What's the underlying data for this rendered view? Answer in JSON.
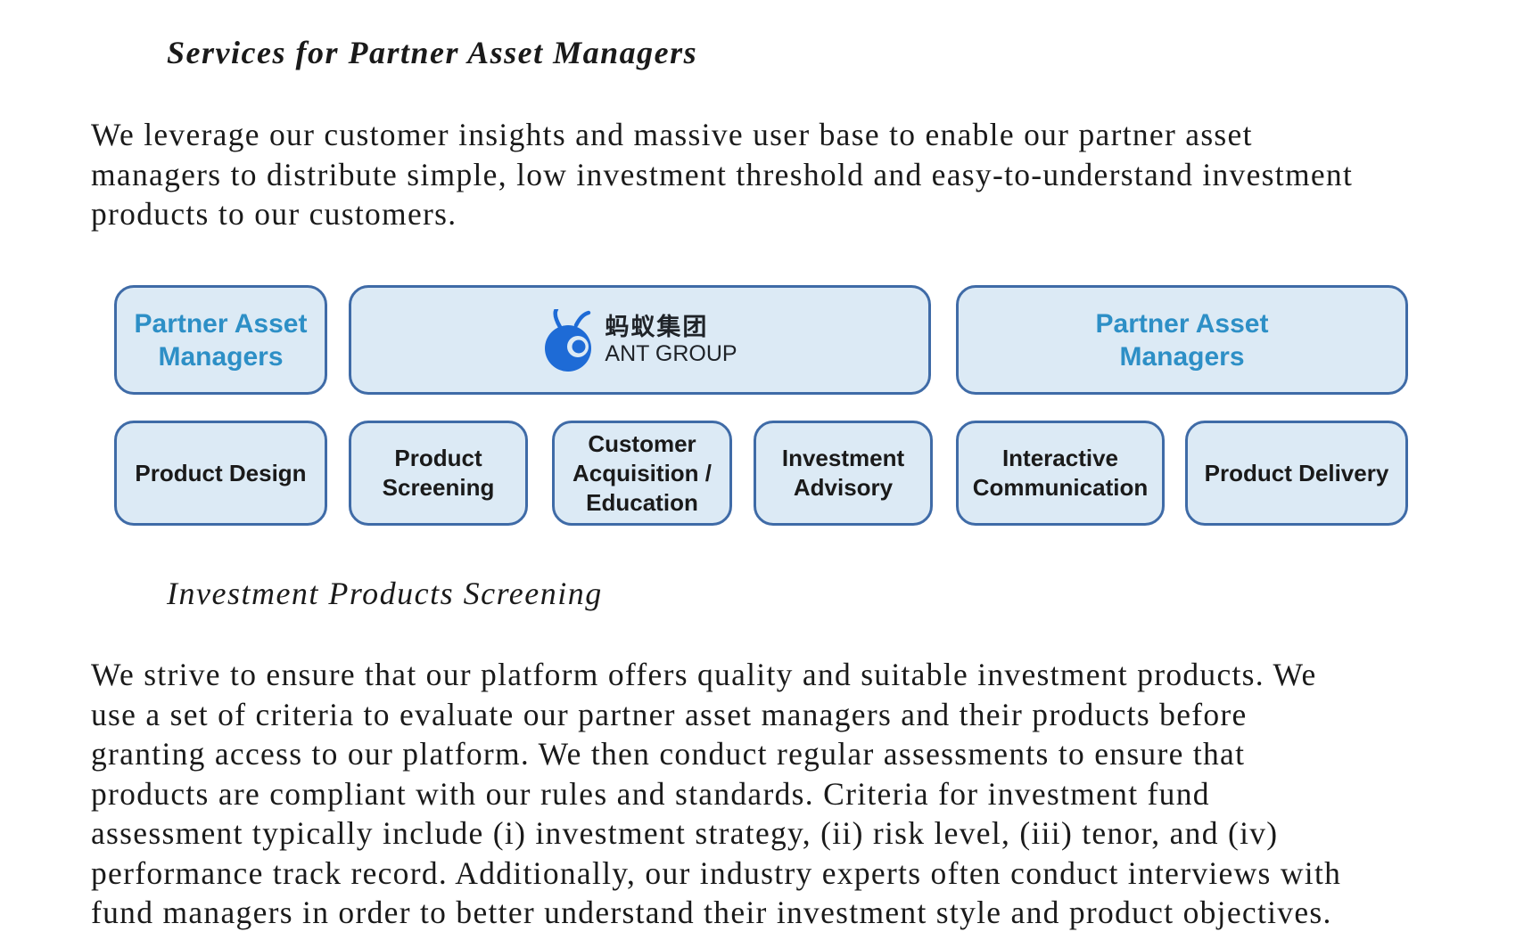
{
  "sections": {
    "services_heading": "Services for Partner Asset Managers",
    "services_paragraph_lines": [
      "We leverage our customer insights and massive user base to enable our partner asset",
      "managers to distribute simple, low investment threshold and easy-to-understand investment",
      "products to our customers."
    ],
    "screening_heading": "Investment Products Screening",
    "screening_paragraph_lines": [
      "We strive to ensure that our platform offers quality and suitable investment products. We",
      "use a set of criteria to evaluate our partner asset managers and their products before",
      "granting access to our platform. We then conduct regular assessments to ensure that",
      "products are compliant with our rules and standards. Criteria for investment fund",
      "assessment typically include (i) investment strategy, (ii) risk level, (iii) tenor, and (iv)",
      "performance track record. Additionally, our industry experts often conduct interviews with",
      "fund managers in order to better understand their investment style and product objectives."
    ]
  },
  "diagram": {
    "top_row": {
      "left_lines": [
        "Partner Asset",
        "Managers"
      ],
      "center_logo": {
        "icon": "ant-group-logo-icon",
        "chinese": "蚂蚁集团",
        "english": "ANT GROUP"
      },
      "right_lines": [
        "Partner Asset",
        "Managers"
      ]
    },
    "bottom_row": [
      {
        "lines": [
          "Product Design"
        ]
      },
      {
        "lines": [
          "Product",
          "Screening"
        ]
      },
      {
        "lines": [
          "Customer",
          "Acquisition /",
          "Education"
        ]
      },
      {
        "lines": [
          "Investment",
          "Advisory"
        ]
      },
      {
        "lines": [
          "Interactive",
          "Communication"
        ]
      },
      {
        "lines": [
          "Product Delivery"
        ]
      }
    ]
  },
  "colors": {
    "box_fill": "#dceaf5",
    "box_border": "#3f6ba7",
    "partner_text": "#2d8fc6",
    "logo_blue": "#1e6bd6"
  }
}
